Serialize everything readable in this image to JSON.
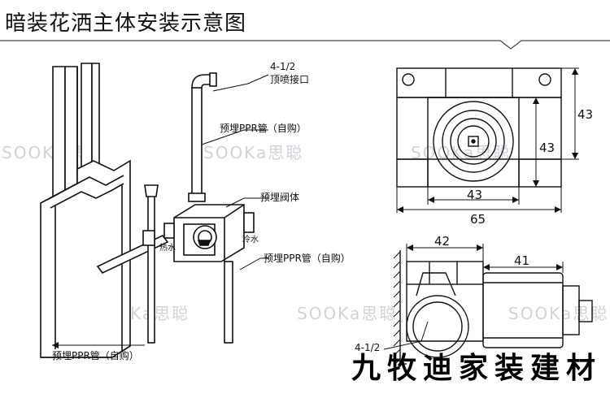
{
  "title": "暗装花洒主体安装示意图",
  "labels": {
    "top_outlet_size": "4-1/2",
    "top_outlet": "顶喷接口",
    "ppr_pipe_upper": "预埋PPR管（自购）",
    "valve_body": "预埋阀体",
    "hot_water": "热水",
    "cold_water": "冷水",
    "ppr_pipe_right": "预埋PPR管（自购）",
    "ppr_pipe_bottom": "预埋PPR管（自购）",
    "side_outlet_size": "4-1/2"
  },
  "dimensions": {
    "front_right_height": "43",
    "front_inner_height": "43",
    "front_inner_width": "43",
    "front_total_width": "65",
    "side_depth_left": "42",
    "side_depth_right": "41"
  },
  "watermark": "SOOKa思聪",
  "brand": "九牧迪家装建材"
}
